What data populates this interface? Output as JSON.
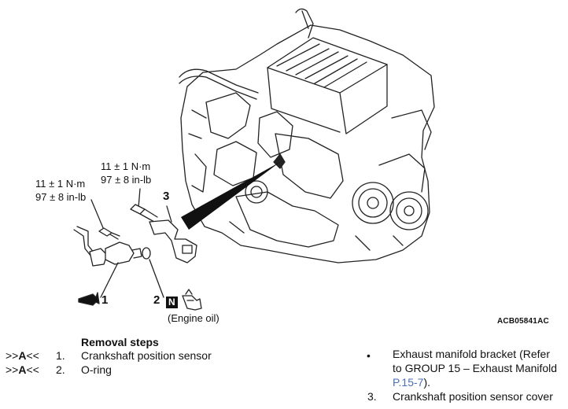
{
  "figure": {
    "torque_left": {
      "line1": "11 ± 1 N·m",
      "line2": "97 ± 8 in-lb"
    },
    "torque_right": {
      "line1": "11 ± 1 N·m",
      "line2": "97 ± 8 in-lb"
    },
    "callouts": {
      "c1": "1",
      "c2": "2",
      "c3": "3"
    },
    "n_badge": "N",
    "engine_oil": "(Engine oil)",
    "figure_id": "ACB05841AC"
  },
  "removal": {
    "heading": "Removal steps",
    "steps": [
      {
        "ref": ">>A<<",
        "num": "1.",
        "text": "Crankshaft position sensor"
      },
      {
        "ref": ">>A<<",
        "num": "2.",
        "text": "O-ring"
      }
    ],
    "right": {
      "bullet": "•",
      "bullet_line1": "Exhaust manifold bracket (Refer",
      "bullet_line2": "to GROUP 15 – Exhaust Manifold",
      "bullet_link": "P.15-7",
      "bullet_end": ").",
      "step3_num": "3.",
      "step3_text": "Crankshaft position sensor cover"
    }
  }
}
